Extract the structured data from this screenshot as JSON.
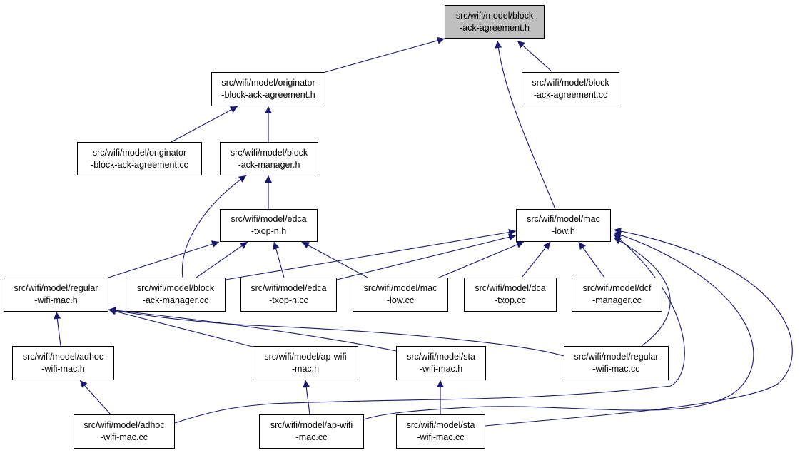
{
  "colors": {
    "edge": "#191970",
    "root_fill": "#bfbfbf",
    "node_fill": "#ffffff",
    "border": "#000000"
  },
  "nodes": {
    "root": {
      "line1": "src/wifi/model/block",
      "line2": "-ack-agreement.h"
    },
    "oba_h": {
      "line1": "src/wifi/model/originator",
      "line2": "-block-ack-agreement.h"
    },
    "ba_cc": {
      "line1": "src/wifi/model/block",
      "line2": "-ack-agreement.cc"
    },
    "oba_cc": {
      "line1": "src/wifi/model/originator",
      "line2": "-block-ack-agreement.cc"
    },
    "bam_h": {
      "line1": "src/wifi/model/block",
      "line2": "-ack-manager.h"
    },
    "edca_h": {
      "line1": "src/wifi/model/edca",
      "line2": "-txop-n.h"
    },
    "maclow_h": {
      "line1": "src/wifi/model/mac",
      "line2": "-low.h"
    },
    "reg_h": {
      "line1": "src/wifi/model/regular",
      "line2": "-wifi-mac.h"
    },
    "bam_cc": {
      "line1": "src/wifi/model/block",
      "line2": "-ack-manager.cc"
    },
    "edca_cc": {
      "line1": "src/wifi/model/edca",
      "line2": "-txop-n.cc"
    },
    "maclow_cc": {
      "line1": "src/wifi/model/mac",
      "line2": "-low.cc"
    },
    "dca_cc": {
      "line1": "src/wifi/model/dca",
      "line2": "-txop.cc"
    },
    "dcf_cc": {
      "line1": "src/wifi/model/dcf",
      "line2": "-manager.cc"
    },
    "adhoc_h": {
      "line1": "src/wifi/model/adhoc",
      "line2": "-wifi-mac.h"
    },
    "ap_h": {
      "line1": "src/wifi/model/ap-wifi",
      "line2": "-mac.h"
    },
    "sta_h": {
      "line1": "src/wifi/model/sta",
      "line2": "-wifi-mac.h"
    },
    "reg_cc": {
      "line1": "src/wifi/model/regular",
      "line2": "-wifi-mac.cc"
    },
    "adhoc_cc": {
      "line1": "src/wifi/model/adhoc",
      "line2": "-wifi-mac.cc"
    },
    "ap_cc": {
      "line1": "src/wifi/model/ap-wifi",
      "line2": "-mac.cc"
    },
    "sta_cc": {
      "line1": "src/wifi/model/sta",
      "line2": "-wifi-mac.cc"
    }
  }
}
